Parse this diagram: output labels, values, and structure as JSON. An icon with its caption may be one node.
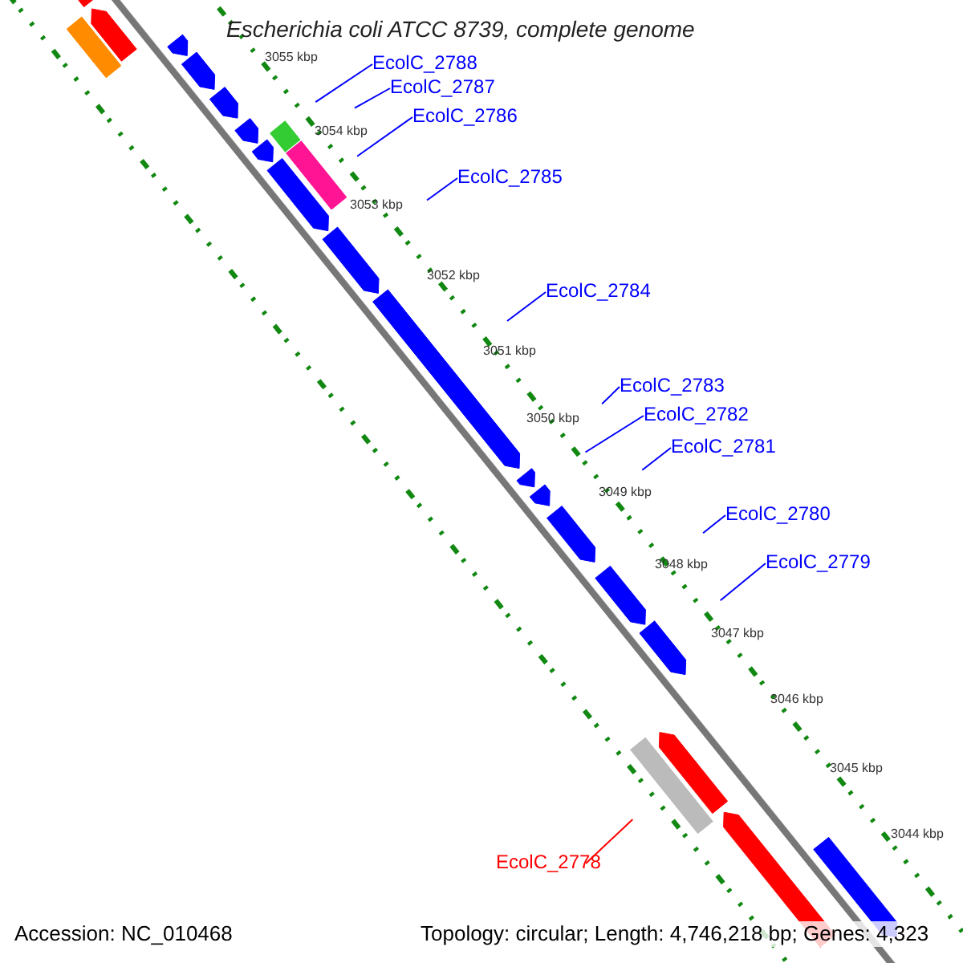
{
  "diagram": {
    "title": "Escherichia coli ATCC 8739, complete genome",
    "nodes": [
      {
        "text": [
          "EcolC_2788"
        ]
      },
      {
        "text": [
          "EcolC_2787"
        ]
      },
      {
        "text": [
          "EcolC_2786"
        ]
      },
      {
        "text": [
          "EcolC_2785"
        ]
      },
      {
        "text": [
          "EcolC_2784"
        ]
      },
      {
        "text": [
          "EcolC_2783"
        ]
      },
      {
        "text": [
          "EcolC_2782"
        ]
      },
      {
        "text": [
          "EcolC_2781"
        ]
      },
      {
        "text": [
          "EcolC_2780"
        ]
      },
      {
        "text": [
          "EcolC_2779"
        ]
      },
      {
        "text": [
          "EcolC_2778"
        ]
      }
    ],
    "edges": [
      {
        "from": 0,
        "to": null,
        "arrow": "none"
      },
      {
        "from": 1,
        "to": null,
        "arrow": "none"
      },
      {
        "from": 2,
        "to": null,
        "arrow": "none"
      },
      {
        "from": 3,
        "to": null,
        "arrow": "none"
      },
      {
        "from": 4,
        "to": null,
        "arrow": "none"
      },
      {
        "from": 5,
        "to": null,
        "arrow": "none"
      },
      {
        "from": 6,
        "to": null,
        "arrow": "none"
      },
      {
        "from": 7,
        "to": null,
        "arrow": "none"
      },
      {
        "from": 8,
        "to": null,
        "arrow": "none"
      },
      {
        "from": 9,
        "to": null,
        "arrow": "none"
      },
      {
        "from": 10,
        "to": null,
        "arrow": "none",
        "color": "#ff0000"
      }
    ],
    "labels": [
      "3055 kbp",
      "3054 kbp",
      "3053 kbp",
      "3052 kbp",
      "3051 kbp",
      "3050 kbp",
      "3049 kbp",
      "3048 kbp",
      "3047 kbp",
      "3046 kbp",
      "3045 kbp",
      "3044 kbp",
      "Accession: NC_010468",
      "Topology: circular; Length: 4,746,218 bp; Genes: 4,323"
    ]
  }
}
